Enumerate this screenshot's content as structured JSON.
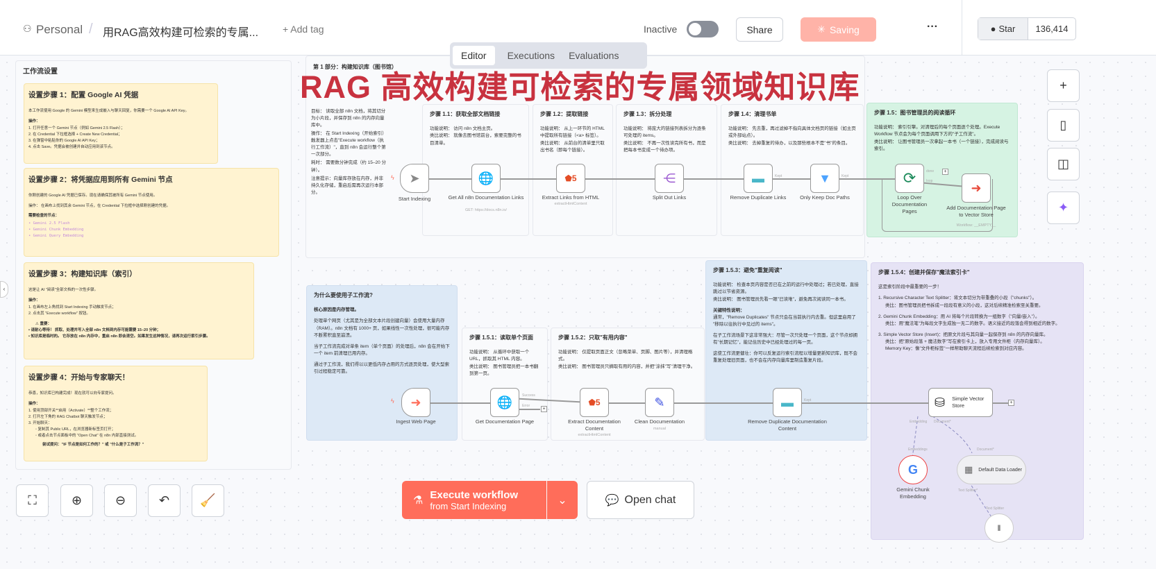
{
  "header": {
    "user_icon": "person-icon",
    "project": "Personal",
    "separator": "/",
    "workflow_name": "用RAG高效构建可检索的专属...",
    "add_tag": "+ Add tag",
    "status": "Inactive",
    "share": "Share",
    "saving": "Saving",
    "more": "···",
    "star": "Star",
    "star_count": "136,414"
  },
  "tabs": [
    {
      "label": "Editor",
      "active": true
    },
    {
      "label": "Executions"
    },
    {
      "label": "Evaluations"
    }
  ],
  "overlay_title": "RAG 高效构建可检索的专属领域知识库",
  "setup": {
    "title": "工作流设置",
    "step1": {
      "title": "设置步骤 1：配置 Google AI 凭据",
      "intro": "本工作流使用 Google 的 Gemini 模型来生成嵌入与聊天回复，你需要一个 Google AI API Key。",
      "ops": "操作：",
      "items": [
        "1. 打开任意一个 Gemini 节点（例如 Gemini 2.5 Flash）；",
        "2. 在 Credential 下拉框选择 + Create New Credential；",
        "3. 在弹窗中粘贴你的 Google AI API Key；",
        "4. 点击 Save。凭据会被创建并自动应用到该节点。"
      ]
    },
    "step2": {
      "title": "设置步骤 2：将凭据应用到所有 Gemini 节点",
      "intro": "你刚创建的 Google AI 凭据已保存。现在请确保其被所有 Gemini 节点使用。",
      "ops": "操作： 在画布上找到其余 Gemini 节点，在 Credential 下拉框中选择刚创建的凭据。",
      "check": "需要检查的节点：",
      "items": [
        "Gemini 2.5 Flash",
        "Gemini Chunk Embedding",
        "Gemini Query Embedding"
      ]
    },
    "step3": {
      "title": "设置步骤 3：构建知识库（索引）",
      "intro": "这是让 AI \"阅读\"全部文档的一次性步骤。",
      "ops": "操作：",
      "items": [
        "1. 在画布左上角找到 Start Indexing 手动触发节点；",
        "2. 点击其 \"Execute workflow\" 按钮。"
      ],
      "important": "⚠ 重要：",
      "bullets": [
        "请耐心等待！ 抓取、处理并写入全部 n8n 文档到内存可能需要 15–20 分钟；",
        "知识库是临时的。 它存放在 n8n 内存中，重启 n8n 即会清空。如果发生这种情况，请再次运行索引步骤。"
      ]
    },
    "step4": {
      "title": "设置步骤 4：开始与专家聊天！",
      "intro": "恭喜，知识库已构建完成！现在就可以向专家提问。",
      "ops": "操作：",
      "items": [
        "1. 使用顶部开关**启用（Activate）**整个工作流；",
        "2. 打开左下角的 RAG Chatbot 聊天触发节点；",
        "3. 开始聊天："
      ],
      "sub": [
        "复制其 Public URL，在浏览器新标签页打开；",
        "或者点击节点面板中的 \"Open Chat\" 在 n8n 内部直接测试。"
      ],
      "try": "尝试提问：\"IF 节点是如何工作的？\" 或 \"什么是子工作流？\""
    }
  },
  "part1": {
    "title": "第 1 部分：构建知识库（图书馆）",
    "goal": "目标： 读取全部 n8n 文档，将其切分为小片段，并保存到 n8n 的内存向量库中。",
    "op": "操作： 在 Start Indexing（开始索引）触发器上点击\"Execute workflow（执行工作流）\"，直到 n8n 会运行整个第一次部分。",
    "time": "耗时： 需要数分钟完成（约 15–20 分钟）。",
    "tip": "注意提示：向量库存放在内存，并非持久化存储，重启后需再次运行本部分。",
    "notes": [
      {
        "title": "步骤 1.1：获取全部文档链接",
        "func": "功能说明： 访问 n8n 文档主页。",
        "analogy": "类比说明： 就像去图书馆前台，索要完整的书目清单。"
      },
      {
        "title": "步骤 1.2：提取链接",
        "func": "功能说明： 从上一环节的 HTML 中提取所有链接（<a> 标签）。",
        "analogy": "类比说明： 从前台的清单里只取出书名（即每个链接）。"
      },
      {
        "title": "步骤 1.3：拆分处理",
        "func": "功能说明： 将庞大的链接列表拆分为逐条可处理的 items。",
        "analogy": "类比说明： 不再一次性读完所有书，而是把每本书变成一个待办项。"
      },
      {
        "title": "步骤 1.4：清理书单",
        "func": "功能说明： 先去重，再过滤掉不指向具体文档页的链接（如主页或外部站点）。",
        "analogy": "类比说明： 去掉重复的待办，以及那些根本不是\"书\"的条目。"
      },
      {
        "title": "步骤 1.5：图书管理员的阅读循环",
        "func": "功能说明： 索引引擎。对清理后的每个页面逐个处理。Execute Workflow 节点会为每个页面调用下方的\"子工作流\"。",
        "analogy": "类比说明： 让图书管理员一次拿起一本书（一个链接），完成阅读与索引。"
      }
    ]
  },
  "nodes1": [
    {
      "label": "Start Indexing",
      "icon": "cursor-icon"
    },
    {
      "label": "Get All n8n Documentation Links",
      "sub": "GET: https://docs.n8n.io/",
      "icon": "globe-icon"
    },
    {
      "label": "Extract Links from HTML",
      "sub": "extractHtmlContent",
      "icon": "html5-icon"
    },
    {
      "label": "Split Out Links",
      "icon": "split-icon"
    },
    {
      "label": "Remove Duplicate Links",
      "icon": "dedupe-icon"
    },
    {
      "label": "Only Keep Doc Paths",
      "icon": "filter-icon"
    },
    {
      "label": "Loop Over Documentation Pages",
      "icon": "loop-icon"
    },
    {
      "label": "Add Documentation Page to Vector Store",
      "sub": "Workflow: __EMPTY__",
      "icon": "sign-in-icon"
    }
  ],
  "edge_labels": {
    "kept": "Kept",
    "done": "done",
    "loop": "loop",
    "success": "Success",
    "error": "Error",
    "embedding": "Embedding",
    "document": "Document*",
    "embeddings": "Embeddings",
    "text_splitter": "Text Splitter*",
    "text_splitter2": "Text Splitter"
  },
  "why": {
    "title": "为什么要使用子工作流?",
    "core": "核心原因是内存管理。",
    "p1": "处理单个网页（尤其是为全部文本片段创建向量）会使用大量内存（RAM）。n8n 文档有 1000+ 页，如果线性一次性处理，很可能内存不断累积直至崩溃。",
    "p2": "当子工作流完成对单条 item（单个页面）的处理后，n8n 会在开始下一个 item 前清理已用内存。",
    "p3": "通过子工作流，我们得以以更低内存占用的方式逐页处理，使大型索引过程稳定可靠。"
  },
  "notes2": [
    {
      "title": "步骤 1.5.1：读取单个页面",
      "func": "功能说明： 从循环中获取一个 URL，抓取其 HTML 内容。",
      "analogy": "类比说明： 图书管理员把一本书翻到第一页。"
    },
    {
      "title": "步骤 1.5.2：只取\"有用内容\"",
      "func": "功能说明： 仅提取页面正文（忽略菜单、页脚、图片等），并清理格式。",
      "analogy": "类比说明： 图书管理员只摘取有用的内容，并把\"涂抹\"写\"清理干净。"
    },
    {
      "title": "步骤 1.5.3：避免\"重复阅读\"",
      "func": "功能说明： 检查本页内容是否已在之前的运行中处理过；若已处理，直接跳过以节省资源。",
      "analogy": "类比说明： 图书管理员先看一眼\"已读堆\"，避免再次阅读同一本书。",
      "key": "关键特性说明：",
      "k1": "通常，\"Remove Duplicates\" 节点只会在当前执行内去重。但这里启用了 \"移除以往执行中见过的 items\"。",
      "k2": "在子工作流场景下这非常强大：尽管一次只处理一个页面，这个节点却拥有\"长期记忆\"，能记住历史中已经处理过的每一页。",
      "k3": "这使工作流更健壮：你可以反复运行索引流程以增量更新知识库，既不会重复处理旧页面，也不会在内存向量库里制造重复片段。"
    },
    {
      "title": "步骤 1.5.4：创建并保存\"魔法索引卡\"",
      "intro": "这是索引阶段中最重要的一步！",
      "i1": "1. Recursive Character Text Splitter：将文本切分为带重叠的小段（\"chunks\"）。",
      "i1b": "类比：图书管理员把书拆成一段段有意义的小段，这对后续精准检索至关重要。",
      "i2": "2. Gemini Chunk Embedding：用 AI 将每个片段转换为一组数字（\"向量/嵌入\"）。",
      "i2b": "类比：用\"魔法笔\"为每段文字生成独一无二的数字。语义接近的段落会得到相近的数字。",
      "i3": "3. Simple Vector Store (Insert)：把原文片段与其向量一起保存到 n8n 的内存向量库。",
      "i3b": "类比：把\"原始段落 + 魔法数字\"写在索引卡上，放入专用文件柜（内存向量库）。",
      "i3c": "Memory Key：像\"文件柜标签\"一样帮助聊天流程后续检索到对应内容。"
    }
  ],
  "nodes2": [
    {
      "label": "Ingest Web Page",
      "icon": "sign-out-icon"
    },
    {
      "label": "Get Documentation Page",
      "icon": "globe-icon"
    },
    {
      "label": "Extract Documentation Content",
      "sub": "extractHtmlContent",
      "icon": "html5-icon"
    },
    {
      "label": "Clean Documentation",
      "sub": "manual",
      "icon": "pencil-icon"
    },
    {
      "label": "Remove Duplicate Documentation Content",
      "icon": "dedupe-icon"
    },
    {
      "label": "Simple Vector Store",
      "icon": "database-icon"
    },
    {
      "label": "Gemini Chunk Embedding",
      "icon": "google-icon"
    },
    {
      "label": "Default Data Loader",
      "icon": "file-icon"
    }
  ],
  "canvas_controls": {
    "fit": "fit-view-icon",
    "zoom_in": "zoom-in-icon",
    "zoom_out": "zoom-out-icon",
    "undo": "undo-icon",
    "tidy": "broom-icon"
  },
  "execute": {
    "label": "Execute workflow",
    "sub": "from Start Indexing"
  },
  "open_chat": "Open chat",
  "colors": {
    "accent": "#ff6d5a",
    "overlay": "#c8323f",
    "saving": "#ffb3a8"
  }
}
